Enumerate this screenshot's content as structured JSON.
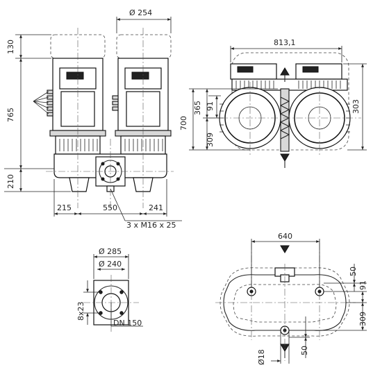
{
  "dimensions": {
    "motor_diameter": "Ø 254",
    "top_height": "130",
    "total_height": "765",
    "base_height": "210",
    "left_offset": "215",
    "center_width": "550",
    "right_offset": "241",
    "bolts": "3 x M16 x 25",
    "overall_width": "813,1",
    "top_view_height": "303",
    "side_height": "700",
    "upper_offset": "365",
    "small_offset": "91",
    "lower_offset": "309",
    "flange_outer": "Ø 285",
    "flange_inner": "Ø 240",
    "flange_holes": "8x23",
    "flange_dn": "DN 150",
    "base_width": "640",
    "base_50_top": "50",
    "base_91": "91",
    "base_309": "309",
    "base_hole": "Ø18",
    "base_50_bottom": "50"
  }
}
